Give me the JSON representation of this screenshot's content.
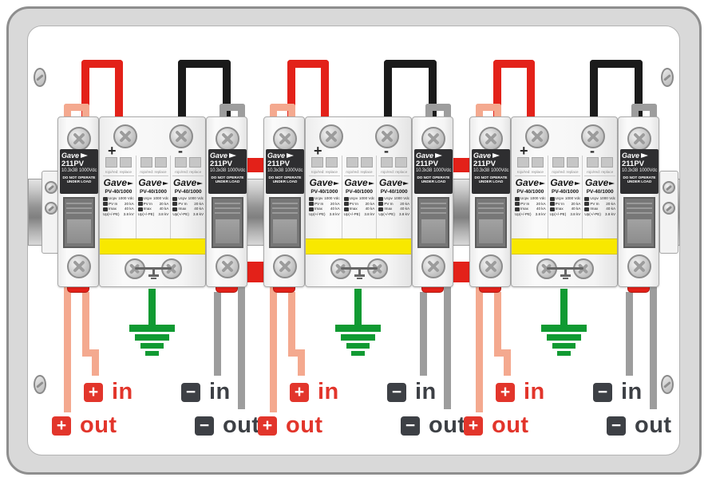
{
  "colors": {
    "wire_red": "#e32119",
    "wire_salmon": "#f4a98f",
    "wire_black": "#1a1a1a",
    "wire_gray": "#9d9d9d",
    "earth_green": "#109a32",
    "spd_yellow": "#f8e800",
    "label_red": "#e2352b",
    "label_dark": "#3d4045",
    "terminal_red": "#e32119"
  },
  "module": {
    "fuse": {
      "brand": "Gave",
      "model": "211PV",
      "size": "10.3x38",
      "rating": "1000Vdc",
      "warning1": "DO NOT OPERATE",
      "warning2": "UNDER LOAD"
    },
    "spd": {
      "brand": "Gave",
      "model": "PV-40/1000",
      "pole_count": 3,
      "plus_mark": "+",
      "minus_mark": "-",
      "indicator_note": "rojo/red: replace",
      "specs": [
        {
          "key": "Ucpv",
          "value": "1000 Vdc"
        },
        {
          "key": "PV In",
          "value": "20 kA"
        },
        {
          "key": "Imax",
          "value": "40 kA"
        },
        {
          "key": "Up(+/-PE)",
          "value": "3.8 kV"
        }
      ]
    }
  },
  "terminals": {
    "plus": "+",
    "minus": "−",
    "in": "in",
    "out": "out"
  },
  "units": [
    {},
    {},
    {}
  ]
}
